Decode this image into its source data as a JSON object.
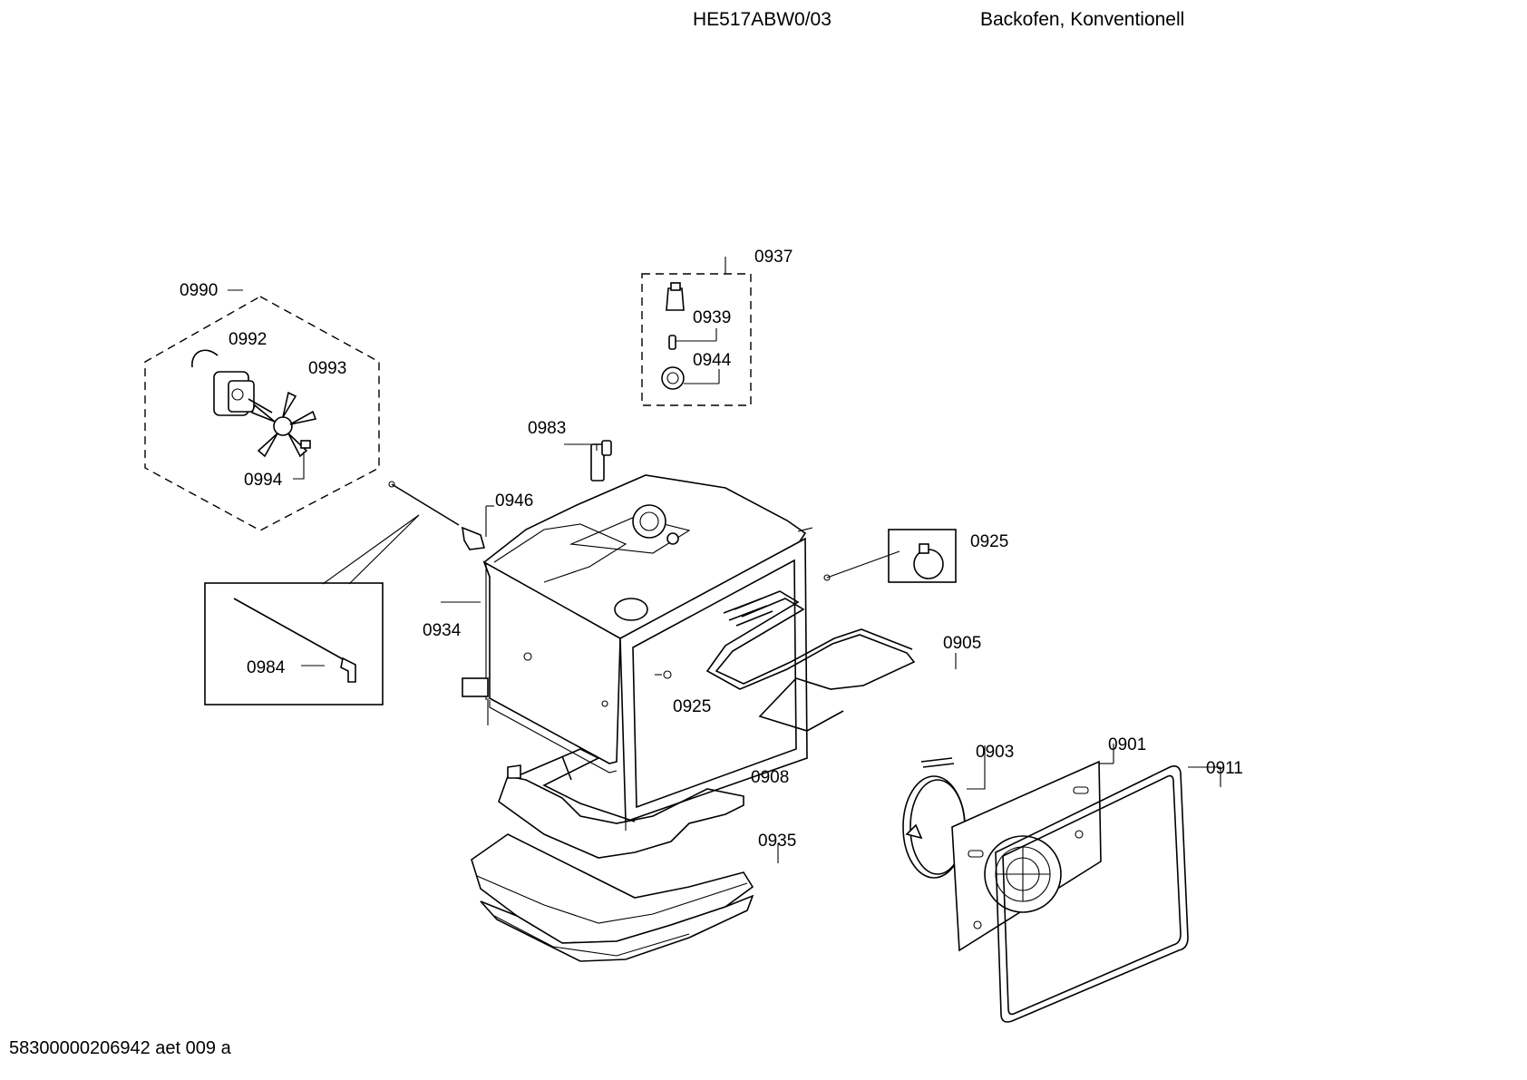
{
  "header": {
    "model": "HE517ABW0/03",
    "title": "Backofen, Konventionell"
  },
  "footer": {
    "doc_id": "58300000206942 aet 009 a"
  },
  "parts": {
    "p0901": "0901",
    "p0903": "0903",
    "p0905": "0905",
    "p0908": "0908",
    "p0911": "0911",
    "p0925a": "0925",
    "p0925b": "0925",
    "p0934": "0934",
    "p0935": "0935",
    "p0937": "0937",
    "p0939": "0939",
    "p0944": "0944",
    "p0946": "0946",
    "p0983": "0983",
    "p0984": "0984",
    "p0990": "0990",
    "p0992": "0992",
    "p0993": "0993",
    "p0994": "0994"
  }
}
